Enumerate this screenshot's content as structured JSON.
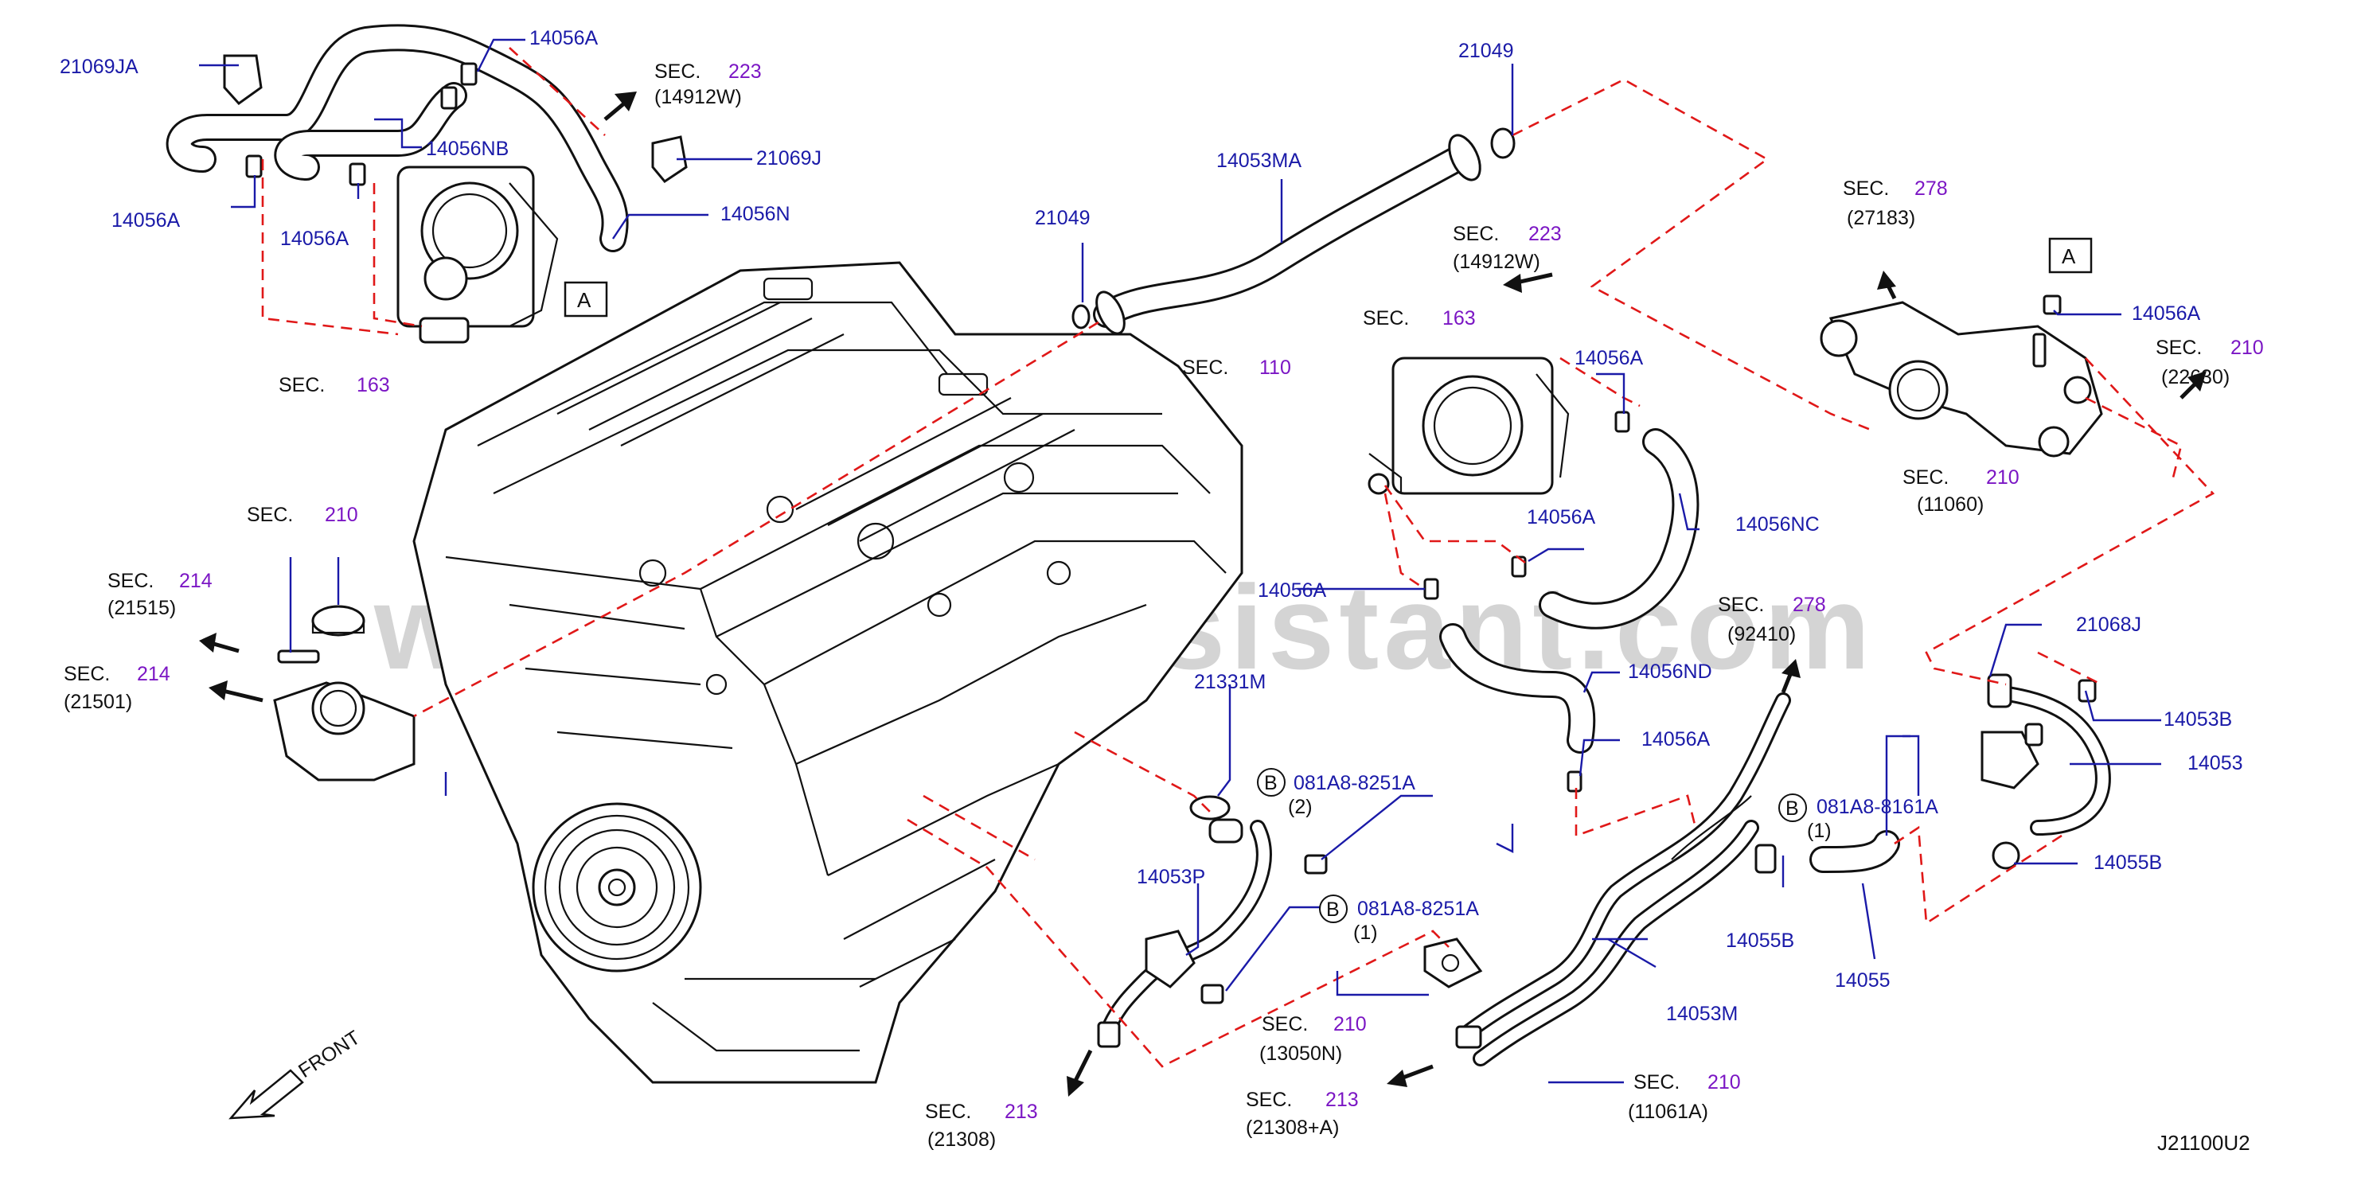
{
  "diagram_code": "J21100U2",
  "watermark": "www.partsassistant.com",
  "front_label": "FRONT",
  "ref_box_label": "A",
  "bolt_badge": "B",
  "part_labels": {
    "p21069JA": "21069JA",
    "p14056A_top": "14056A",
    "p14056NB": "14056NB",
    "p14056A_left": "14056A",
    "p14056A_left2": "14056A",
    "p21069J": "21069J",
    "p14056N": "14056N",
    "p21049_top": "21049",
    "p14053MA": "14053MA",
    "p21049_mid": "21049",
    "p14056A_mid": "14056A",
    "p14056NC": "14056NC",
    "p14056A_mid2": "14056A",
    "p14056A_mid3": "14056A",
    "p14056ND": "14056ND",
    "p14056A_low": "14056A",
    "p14056A_right": "14056A",
    "p21068J": "21068J",
    "p14053B": "14053B",
    "p14053": "14053",
    "p14055B_right": "14055B",
    "p21331M": "21331M",
    "p081A8_8251A_a": "081A8-8251A",
    "qty_2": "(2)",
    "p14053P": "14053P",
    "p081A8_8251A_b": "081A8-8251A",
    "qty_1a": "(1)",
    "p081A8_8161A": "081A8-8161A",
    "qty_1b": "(1)",
    "p14055B_mid": "14055B",
    "p14055": "14055",
    "p14053M": "14053M"
  },
  "sections": {
    "s223_top": {
      "sec": "SEC.",
      "num": "223",
      "ref": "(14912W)"
    },
    "s163_left": {
      "sec": "SEC.",
      "num": "163"
    },
    "s110": {
      "sec": "SEC.",
      "num": "110"
    },
    "s210_cap": {
      "sec": "SEC.",
      "num": "210"
    },
    "s214_a": {
      "sec": "SEC.",
      "num": "214",
      "ref": "(21515)"
    },
    "s214_b": {
      "sec": "SEC.",
      "num": "214",
      "ref": "(21501)"
    },
    "s223_mid": {
      "sec": "SEC.",
      "num": "223",
      "ref": "(14912W)"
    },
    "s163_mid": {
      "sec": "SEC.",
      "num": "163"
    },
    "s278_top": {
      "sec": "SEC.",
      "num": "278",
      "ref": "(27183)"
    },
    "s210_22630": {
      "sec": "SEC.",
      "num": "210",
      "ref": "(22630)"
    },
    "s210_11060": {
      "sec": "SEC.",
      "num": "210",
      "ref": "(11060)"
    },
    "s278_mid": {
      "sec": "SEC.",
      "num": "278",
      "ref": "(92410)"
    },
    "s213_left": {
      "sec": "SEC.",
      "num": "213",
      "ref": "(21308)"
    },
    "s210_13050N": {
      "sec": "SEC.",
      "num": "210",
      "ref": "(13050N)"
    },
    "s213_right": {
      "sec": "SEC.",
      "num": "213",
      "ref": "(21308+A)"
    },
    "s210_11061A": {
      "sec": "SEC.",
      "num": "210",
      "ref": "(11061A)"
    }
  },
  "colors": {
    "part_number_text": "#1a1aa8",
    "section_number_text": "#7b16c4",
    "leader_lines": "#1a1aa8",
    "reference_dashes": "#e01818",
    "line_art": "#111111",
    "watermark": "#d4d4d4"
  }
}
